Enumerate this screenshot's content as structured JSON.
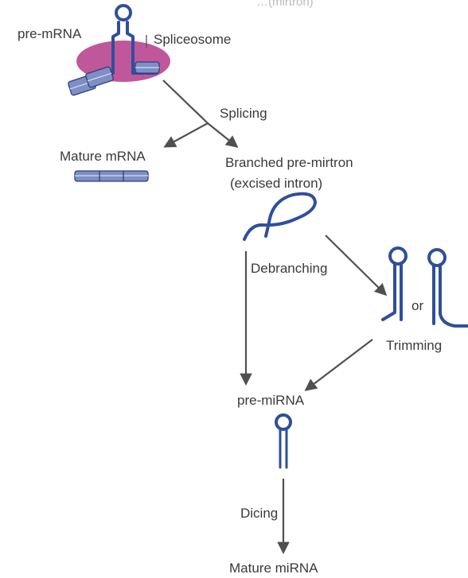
{
  "header": {
    "cut_off_title": "…(mirtron)"
  },
  "labels": {
    "pre_mrna": "pre-mRNA",
    "spliceosome": "Spliceosome",
    "splicing": "Splicing",
    "mature_mrna": "Mature mRNA",
    "branched_line1": "Branched pre-mirtron",
    "branched_line2": "(excised intron)",
    "debranching": "Debranching",
    "or": "or",
    "trimming": "Trimming",
    "pre_mirna": "pre-miRNA",
    "dicing": "Dicing",
    "mature_mirna": "Mature miRNA"
  },
  "colors": {
    "rna": "#2f4f9b",
    "spliceosome": "#c0579a",
    "exon": "#7d8fc4",
    "arrow": "#505050"
  }
}
